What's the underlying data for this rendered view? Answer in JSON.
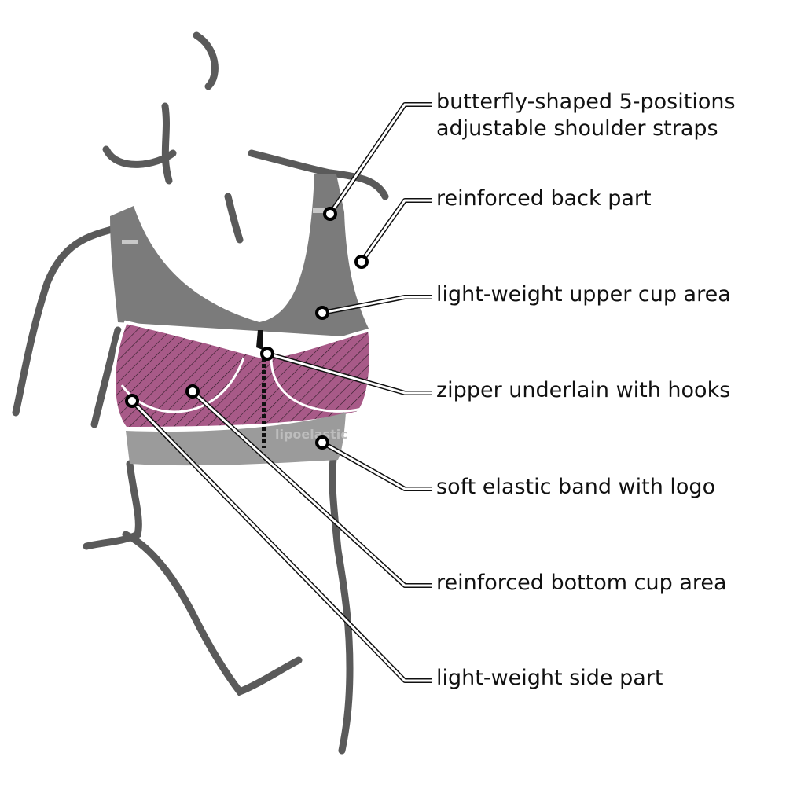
{
  "colors": {
    "outline": "#5a5a5a",
    "garment_dark": "#7b7b7b",
    "cup_magenta": "#a85a88",
    "band": "#9b9b9b",
    "strap_accent": "#c8c8c8"
  },
  "logo_text": "lipoelastic",
  "callouts": [
    {
      "line1": "butterfly-shaped 5-positions",
      "line2": "adjustable shoulder straps"
    },
    {
      "line1": "reinforced back part"
    },
    {
      "line1": "light-weight upper cup area"
    },
    {
      "line1": "zipper underlain with hooks"
    },
    {
      "line1": "soft elastic band with logo"
    },
    {
      "line1": "reinforced bottom cup area"
    },
    {
      "line1": "light-weight side part"
    }
  ]
}
